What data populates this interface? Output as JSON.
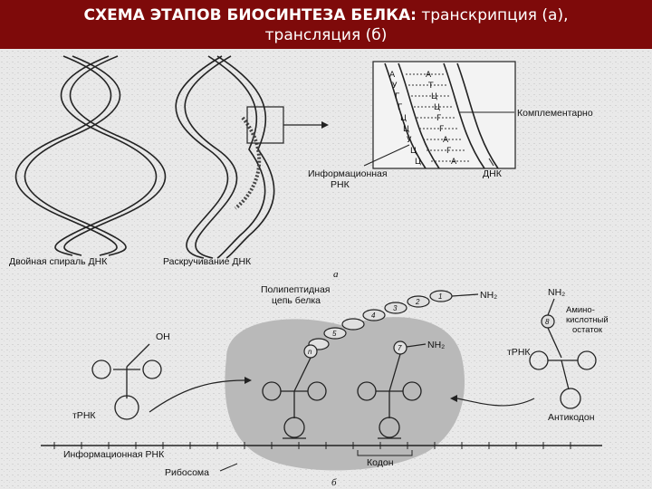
{
  "title": {
    "bold": "СХЕМА ЭТАПОВ БИОСИНТЕЗА БЕЛКА:",
    "rest": " транскрипция (а),",
    "line2": "трансляция (б)"
  },
  "part_a": {
    "label_double_helix": "Двойная спираль ДНК",
    "label_unwinding": "Раскручивание ДНК",
    "label_mrna_line1": "Информационная",
    "label_mrna_line2": "РНК",
    "label_dna": "ДНК",
    "label_complementary": "Комплементарно",
    "panel_letter": "а",
    "left_bases": [
      "А",
      "У",
      "Г",
      "Г",
      "Ц",
      "Ц",
      "У",
      "Ц",
      "Ц"
    ],
    "right_bases": [
      "А",
      "Т",
      "Ц",
      "Ц",
      "Г",
      "Г",
      "А",
      "Г",
      "А"
    ]
  },
  "part_b": {
    "label_polypeptide_line1": "Полипептидная",
    "label_polypeptide_line2": "цепь белка",
    "label_nh2_top": "NH₂",
    "label_nh2_mid": "NH₂",
    "label_nh2_right": "NH₂",
    "label_oh": "OH",
    "label_amino_line1": "Амино-",
    "label_amino_line2": "кислотный",
    "label_amino_line3": "остаток",
    "label_trna_left": "тРНК",
    "label_trna_right": "тРНК",
    "label_anticodon": "Антикодон",
    "label_mrna": "Информационная РНК",
    "label_codon": "Кодон",
    "label_ribosome": "Рибосома",
    "panel_letter": "б",
    "beads": [
      "1",
      "2",
      "3",
      "4",
      "5",
      "n",
      "7"
    ],
    "bead_amino": "8"
  }
}
